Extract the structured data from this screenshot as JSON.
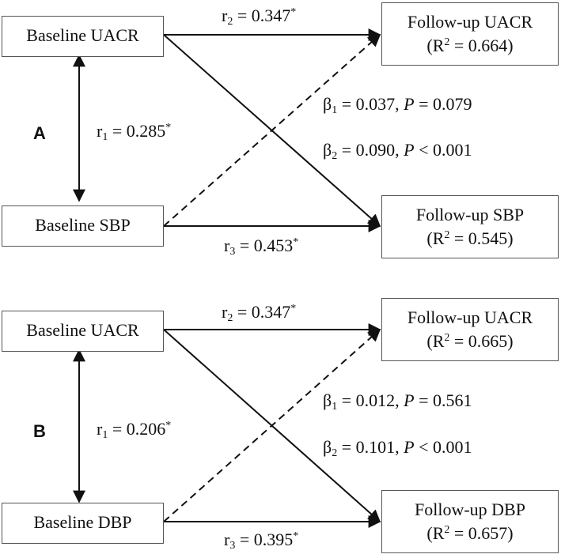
{
  "panels": [
    {
      "letter": "A",
      "baseline_uacr": "Baseline UACR",
      "baseline_bp": "Baseline SBP",
      "follow_uacr": "Follow-up UACR",
      "follow_uacr_r2": "0.664",
      "follow_bp": "Follow-up SBP",
      "follow_bp_r2": "0.545",
      "r1": "0.285",
      "r2": "0.347",
      "r3": "0.453",
      "beta1": "0.037",
      "beta1_p": "= 0.079",
      "beta2": "0.090",
      "beta2_p": "< 0.001"
    },
    {
      "letter": "B",
      "baseline_uacr": "Baseline UACR",
      "baseline_bp": "Baseline DBP",
      "follow_uacr": "Follow-up UACR",
      "follow_uacr_r2": "0.665",
      "follow_bp": "Follow-up DBP",
      "follow_bp_r2": "0.657",
      "r1": "0.206",
      "r2": "0.347",
      "r3": "0.395",
      "beta1": "0.012",
      "beta1_p": "= 0.561",
      "beta2": "0.101",
      "beta2_p": "< 0.001"
    }
  ],
  "symbols": {
    "r": "r",
    "beta": "β",
    "p": "P",
    "star": "*",
    "r_sq": "R",
    "two": "2"
  }
}
